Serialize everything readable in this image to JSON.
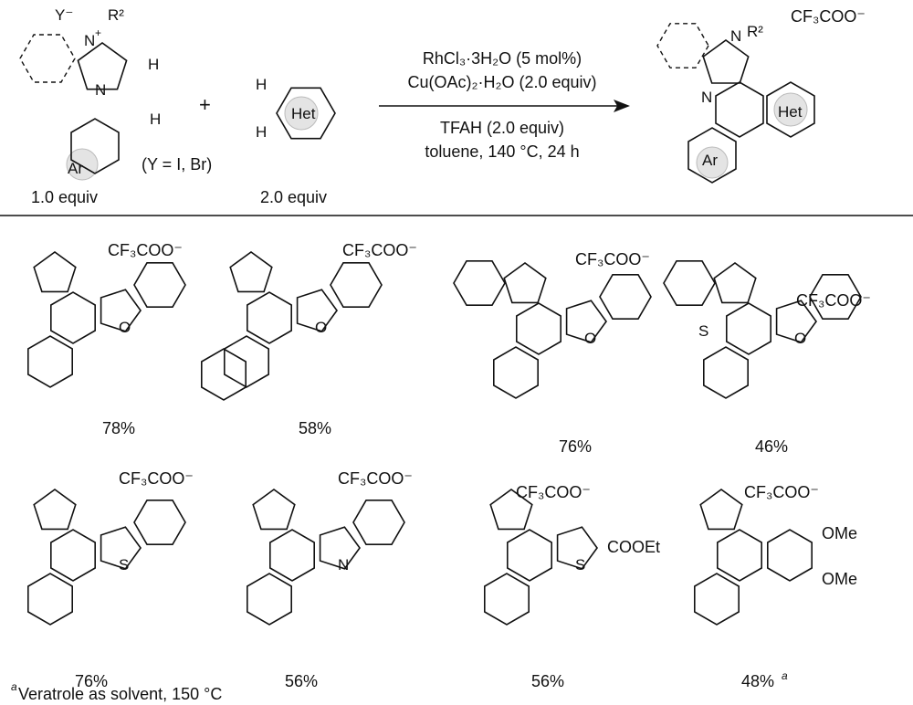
{
  "reaction": {
    "reactant1": {
      "anion": "Y⁻",
      "substituent": "R²",
      "atoms": [
        "N",
        "N",
        "H",
        "H"
      ],
      "ring_label": "Ar",
      "note": "(Y = I, Br)",
      "equiv": "1.0 equiv"
    },
    "plus": "+",
    "reactant2": {
      "ring_label": "Het",
      "atoms": [
        "H",
        "H"
      ],
      "equiv": "2.0 equiv"
    },
    "conditions": [
      "RhCl₃·3H₂O (5 mol%)",
      "Cu(OAc)₂·H₂O (2.0 equiv)",
      "TFAH (2.0 equiv)",
      "toluene, 140 °C, 24 h"
    ],
    "product": {
      "substituent": "R²",
      "anion": "CF₃COO⁻",
      "atoms": [
        "N",
        "N"
      ],
      "ring_labels": [
        "Het",
        "Ar"
      ]
    }
  },
  "products": [
    {
      "anion": "CF₃COO⁻",
      "yield": "78%",
      "heteroatom": "O"
    },
    {
      "anion": "CF₃COO⁻",
      "yield": "58%",
      "heteroatom": "O"
    },
    {
      "anion": "CF₃COO⁻",
      "yield": "76%",
      "heteroatom": "O"
    },
    {
      "anion": "CF₃COO⁻",
      "yield": "46%",
      "heteroatom": "O",
      "heteroatom2": "S"
    },
    {
      "anion": "CF₃COO⁻",
      "yield": "76%",
      "heteroatom": "S"
    },
    {
      "anion": "CF₃COO⁻",
      "yield": "56%",
      "heteroatom": "N"
    },
    {
      "anion": "CF₃COO⁻",
      "yield": "56%",
      "heteroatom": "S",
      "substituent": "COOEt"
    },
    {
      "anion": "CF₃COO⁻",
      "yield": "48%",
      "yield_note": "a",
      "substituents": [
        "OMe",
        "OMe"
      ]
    }
  ],
  "footnote": {
    "mark": "a",
    "text": "Veratrole as solvent, 150 °C"
  }
}
